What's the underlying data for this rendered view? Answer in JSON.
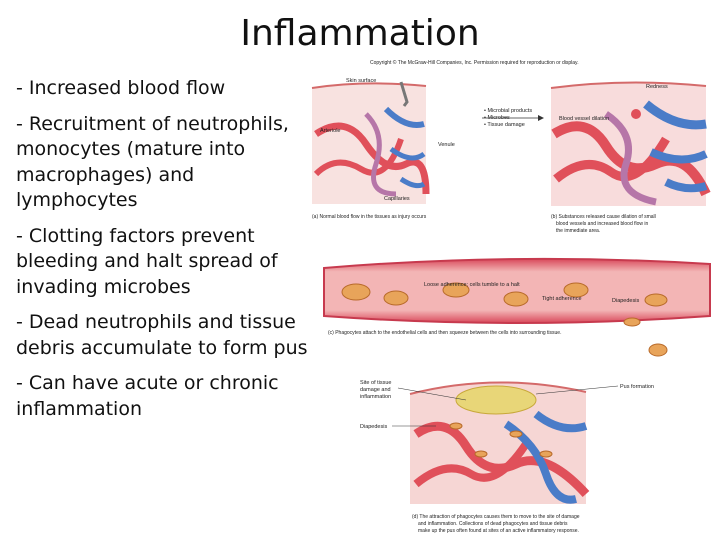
{
  "title": "Inflammation",
  "bullets": [
    "- Increased blood flow",
    "- Recruitment of neutrophils, monocytes (mature into macrophages) and lymphocytes",
    "- Clotting factors prevent bleeding and halt spread of invading microbes",
    "- Dead neutrophils and tissue debris accumulate to form pus",
    "- Can have acute or chronic inflammation"
  ],
  "figure": {
    "copyright": "Copyright © The McGraw-Hill Companies, Inc. Permission required for reproduction or display.",
    "panel_a": {
      "skin_surface": "Skin surface",
      "arteriole": "Arteriole",
      "venule": "Venule",
      "capillaries": "Capillaries",
      "caption": "(a) Normal blood flow in the tissues as injury occurs"
    },
    "middle": {
      "microbial_products": "• Microbial products",
      "microbes": "• Microbes",
      "tissue_damage": "• Tissue damage"
    },
    "panel_b": {
      "redness": "Redness",
      "blood_vessel_dilation": "Blood vessel dilation",
      "caption_1": "(b) Substances released cause dilation of small",
      "caption_2": "blood vessels and increased blood flow in",
      "caption_3": "the immediate area."
    },
    "panel_c_top": {
      "loose_adherence": "Loose adherence; cells tumble to a halt",
      "tight_adherence": "Tight adherence",
      "diapedesis": "Diapedesis",
      "caption": "(c) Phagocytes attach to the endothelial cells and then squeeze between the cells into surrounding tissue."
    },
    "panel_d": {
      "site_1": "Site of tissue",
      "site_2": "damage and",
      "site_3": "inflammation",
      "diapedesis": "Diapedesis",
      "pus_formation": "Pus formation",
      "caption_1": "(d) The attraction of phagocytes causes them to move to the site of damage",
      "caption_2": "and inflammation. Collections of dead phagocytes and tissue debris",
      "caption_3": "make up the pus often found at sites of an active inflammatory response."
    }
  },
  "colors": {
    "artery": "#e0505a",
    "vein": "#4a7cc8",
    "tissue": "#f7d8d6",
    "cell": "#e8a45a"
  }
}
